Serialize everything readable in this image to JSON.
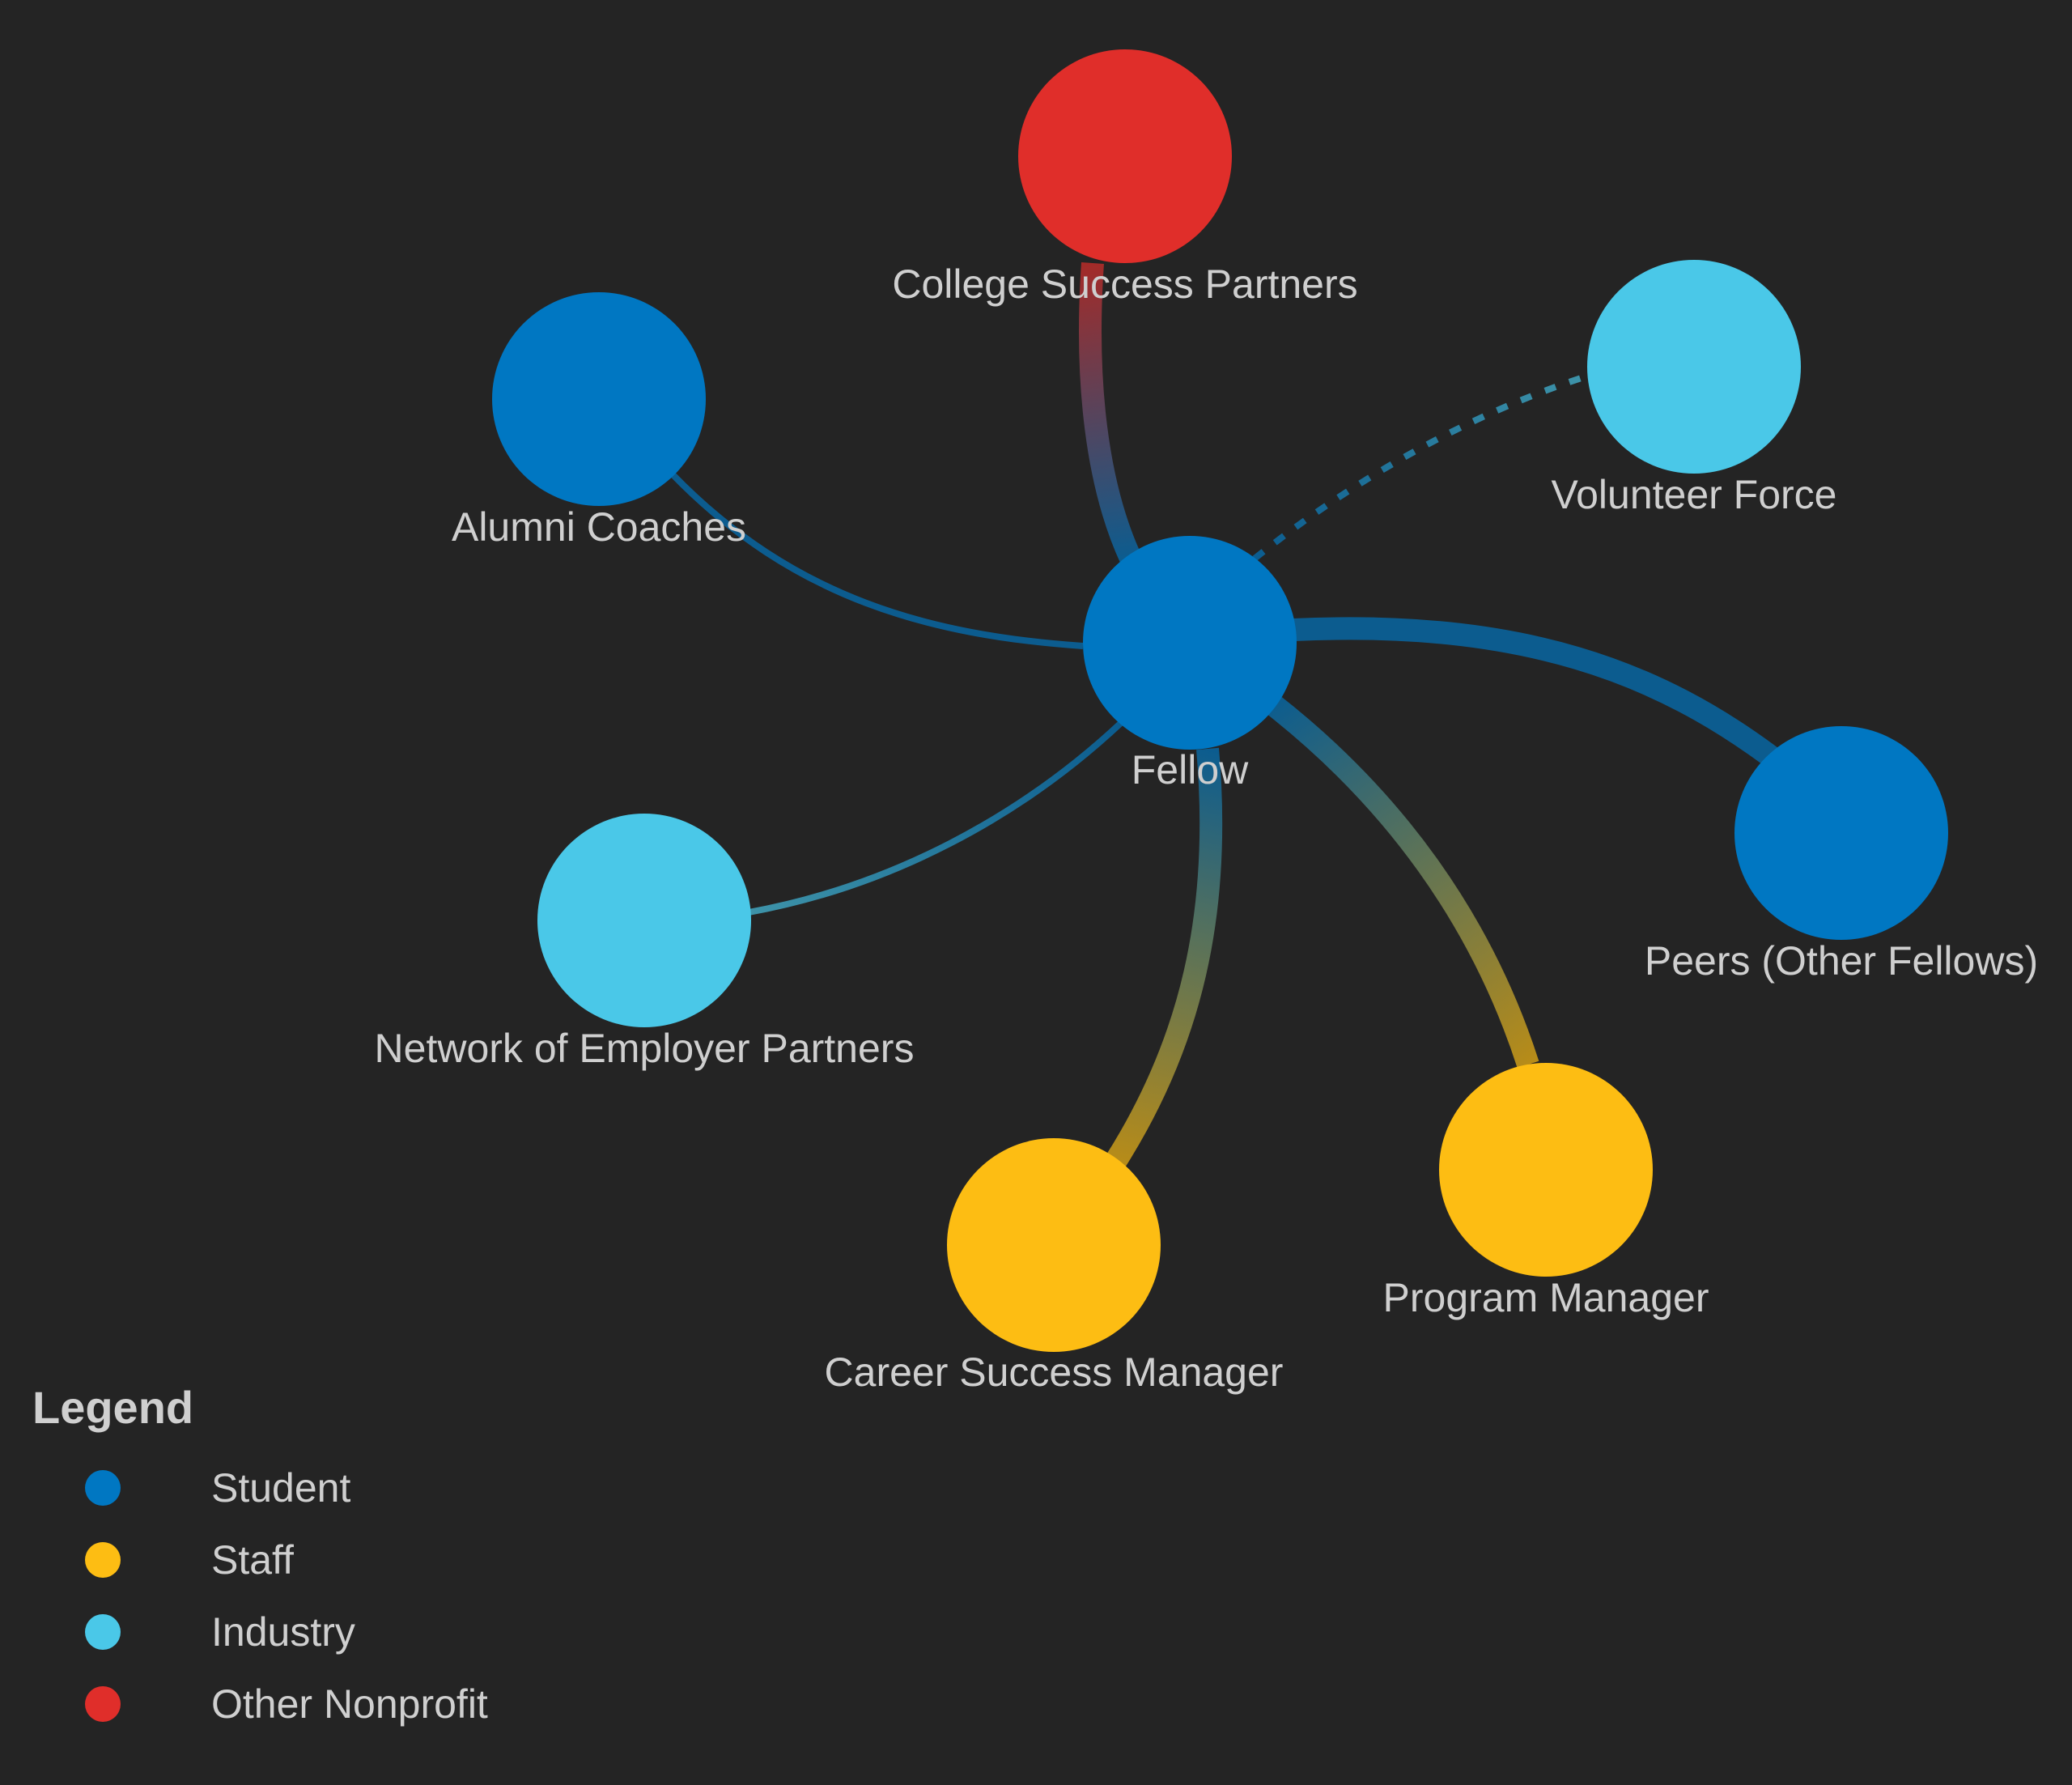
{
  "nodes": [
    {
      "id": "fellow",
      "label": "Fellow",
      "category": "student"
    },
    {
      "id": "college",
      "label": "College Success Partners",
      "category": "other_nonprofit"
    },
    {
      "id": "alumni",
      "label": "Alumni Coaches",
      "category": "student"
    },
    {
      "id": "volunteer",
      "label": "Volunteer Force",
      "category": "industry"
    },
    {
      "id": "peers",
      "label": "Peers (Other Fellows)",
      "category": "student"
    },
    {
      "id": "employer",
      "label": "Network of Employer Partners",
      "category": "industry"
    },
    {
      "id": "career",
      "label": "Career Success Manager",
      "category": "staff"
    },
    {
      "id": "program",
      "label": "Program Manager",
      "category": "staff"
    }
  ],
  "edges": [
    {
      "from": "fellow",
      "to": "college",
      "style": "solid",
      "weight": "heavy"
    },
    {
      "from": "fellow",
      "to": "alumni",
      "style": "solid",
      "weight": "light"
    },
    {
      "from": "fellow",
      "to": "volunteer",
      "style": "dotted",
      "weight": "light"
    },
    {
      "from": "fellow",
      "to": "peers",
      "style": "solid",
      "weight": "heavy"
    },
    {
      "from": "fellow",
      "to": "employer",
      "style": "solid",
      "weight": "light"
    },
    {
      "from": "fellow",
      "to": "career",
      "style": "solid",
      "weight": "heavy"
    },
    {
      "from": "fellow",
      "to": "program",
      "style": "solid",
      "weight": "heavy"
    }
  ],
  "categories": {
    "student": {
      "label": "Student",
      "color": "#0077C2"
    },
    "staff": {
      "label": "Staff",
      "color": "#FDBD13"
    },
    "industry": {
      "label": "Industry",
      "color": "#4AC8E8"
    },
    "other_nonprofit": {
      "label": "Other Nonprofit",
      "color": "#E02E2A"
    }
  },
  "legend": {
    "title": "Legend",
    "items": [
      "student",
      "staff",
      "industry",
      "other_nonprofit"
    ]
  },
  "background_color": "#242424"
}
